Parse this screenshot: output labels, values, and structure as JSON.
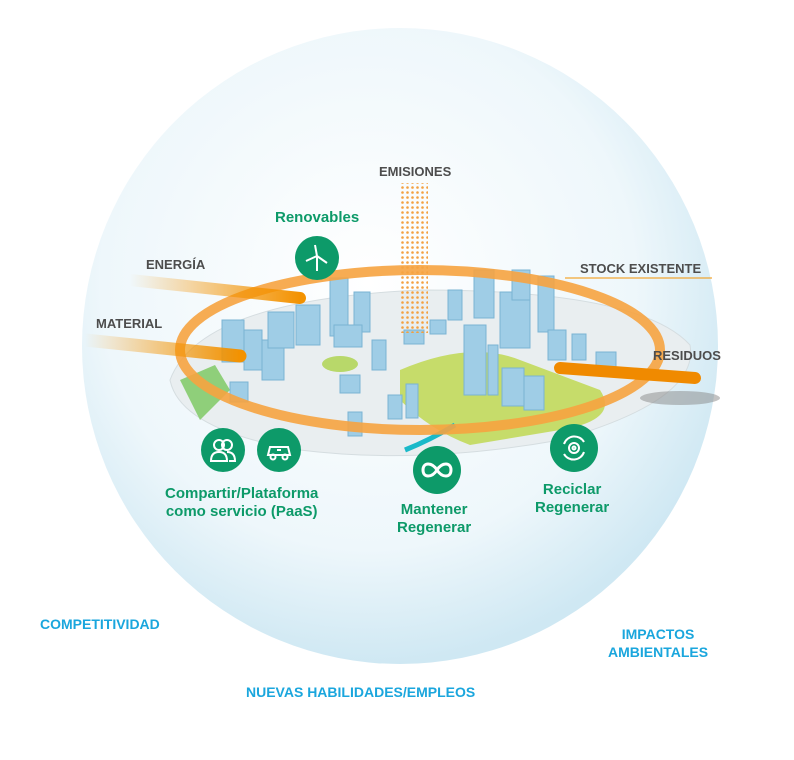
{
  "flows": {
    "emissions": "EMISIONES",
    "energy": "ENERGÍA",
    "material": "MATERIAL",
    "existing_stock": "STOCK EXISTENTE",
    "waste": "RESIDUOS"
  },
  "strategies": {
    "renewables": {
      "label": "Renovables",
      "icon": "wind-turbine-icon"
    },
    "sharing": {
      "label_line1": "Compartir/Plataforma",
      "label_line2": "como servicio (PaaS)",
      "icons": [
        "people-icon",
        "electric-car-icon"
      ]
    },
    "maintain": {
      "label_line1": "Mantener",
      "label_line2": "Regenerar",
      "icon": "infinity-icon"
    },
    "recycle": {
      "label_line1": "Reciclar",
      "label_line2": "Regenerar",
      "icon": "recycle-gear-icon"
    }
  },
  "impacts": {
    "competitiveness": "COMPETITIVIDAD",
    "environmental_line1": "IMPACTOS",
    "environmental_line2": "AMBIENTALES",
    "skills": "NUEVAS HABILIDADES/EMPLEOS"
  },
  "colors": {
    "green": "#0d9a69",
    "blue": "#1aa6dd",
    "orange": "#f39200",
    "gray": "#4d4d4d"
  }
}
